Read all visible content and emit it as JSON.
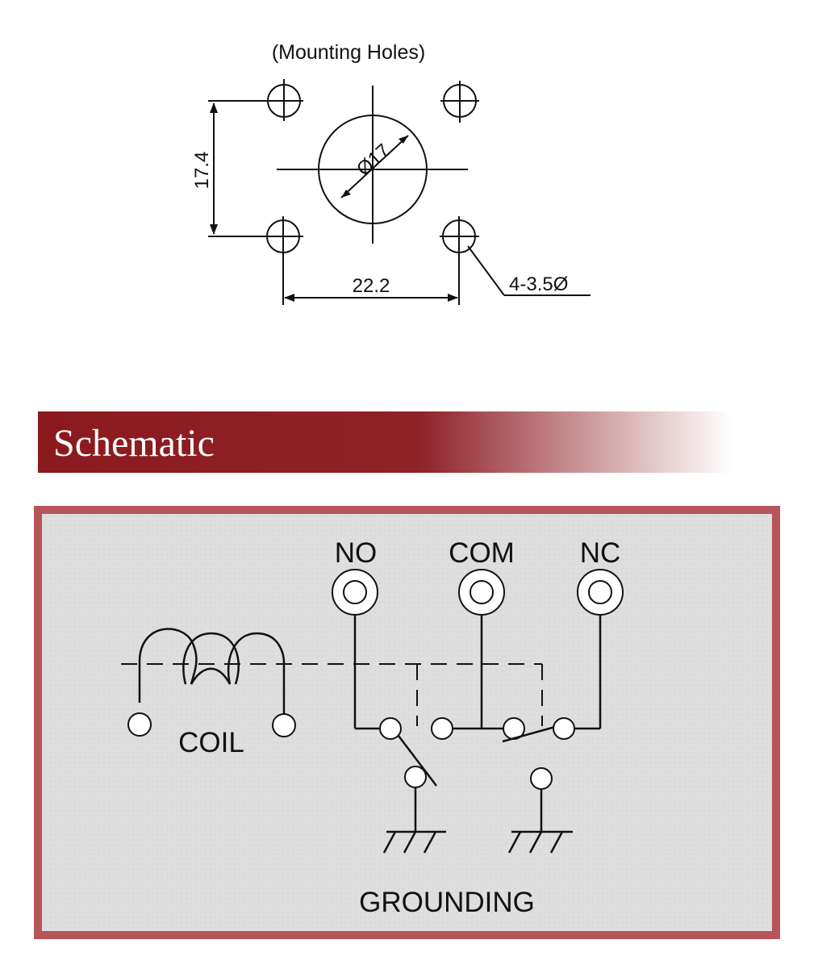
{
  "mounting": {
    "title": "(Mounting  Holes)",
    "dim_vertical": "17.4",
    "dim_horizontal": "22.2",
    "dim_center_diameter": "Ø17",
    "hole_callout": "4-3.5Ø"
  },
  "banner": {
    "title": "Schematic",
    "colors": {
      "start": "#8b1a1f",
      "end": "#ffffff"
    }
  },
  "schematic": {
    "terminals": {
      "no": "NO",
      "com": "COM",
      "nc": "NC"
    },
    "coil_label": "COIL",
    "grounding_label": "GROUNDING",
    "colors": {
      "frame": "#b5555a",
      "panel": "#dcdcdc"
    }
  }
}
